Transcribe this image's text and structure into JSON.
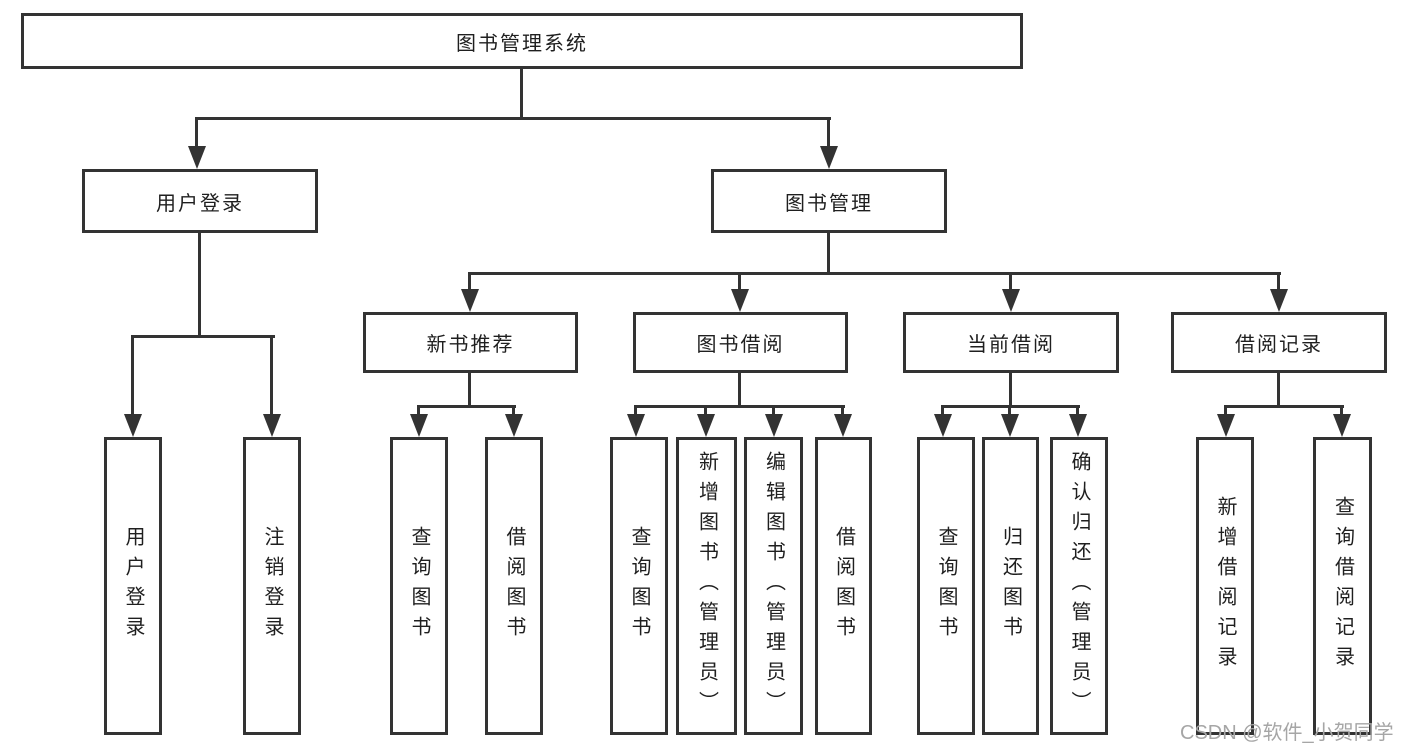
{
  "nodes": {
    "root": "图书管理系统",
    "user_login_group": "用户登录",
    "book_management": "图书管理",
    "new_book_recommend": "新书推荐",
    "book_borrow": "图书借阅",
    "current_borrow": "当前借阅",
    "borrow_records": "借阅记录",
    "user_login": "用户登录",
    "logout": "注销登录",
    "nb_query_books": "查询图书",
    "nb_borrow_books": "借阅图书",
    "bb_query_books": "查询图书",
    "bb_add_books": "新增图书（管理员）",
    "bb_edit_books": "编辑图书（管理员）",
    "bb_borrow_books": "借阅图书",
    "cb_query_books": "查询图书",
    "cb_return_books": "归还图书",
    "cb_confirm_return": "确认归还（管理员）",
    "br_add_record": "新增借阅记录",
    "br_query_record": "查询借阅记录"
  },
  "hierarchy": {
    "图书管理系统": {
      "用户登录": [
        "用户登录",
        "注销登录"
      ],
      "图书管理": {
        "新书推荐": [
          "查询图书",
          "借阅图书"
        ],
        "图书借阅": [
          "查询图书",
          "新增图书（管理员）",
          "编辑图书（管理员）",
          "借阅图书"
        ],
        "当前借阅": [
          "查询图书",
          "归还图书",
          "确认归还（管理员）"
        ],
        "借阅记录": [
          "新增借阅记录",
          "查询借阅记录"
        ]
      }
    }
  },
  "watermark": "CSDN @软件_小贺同学",
  "colors": {
    "line": "#333333",
    "text": "#1f1f1f",
    "watermark": "#a6a6a6",
    "background": "#ffffff"
  }
}
